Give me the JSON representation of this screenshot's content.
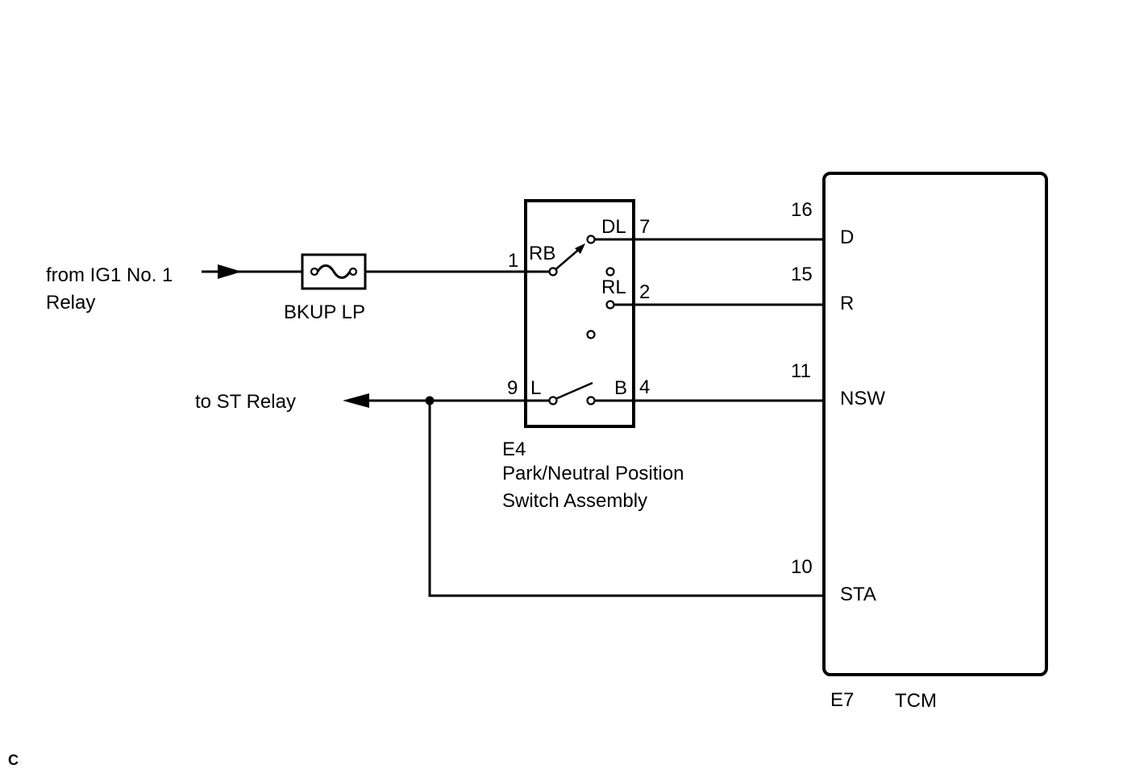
{
  "source": {
    "from_label_line1": "from IG1 No. 1",
    "from_label_line2": "Relay",
    "to_label": "to ST Relay"
  },
  "fuse": {
    "label": "BKUP LP"
  },
  "switch_assembly": {
    "connector": "E4",
    "name_line1": "Park/Neutral Position",
    "name_line2": "Switch Assembly",
    "pins": {
      "rb_num": "1",
      "rb_label": "RB",
      "dl_label": "DL",
      "dl_num": "7",
      "rl_label": "RL",
      "rl_num": "2",
      "l_num": "9",
      "l_label": "L",
      "b_label": "B",
      "b_num": "4"
    }
  },
  "tcm": {
    "connector": "E7",
    "name": "TCM",
    "pins": [
      {
        "num": "16",
        "label": "D"
      },
      {
        "num": "15",
        "label": "R"
      },
      {
        "num": "11",
        "label": "NSW"
      },
      {
        "num": "10",
        "label": "STA"
      }
    ]
  },
  "corner_mark": "C"
}
